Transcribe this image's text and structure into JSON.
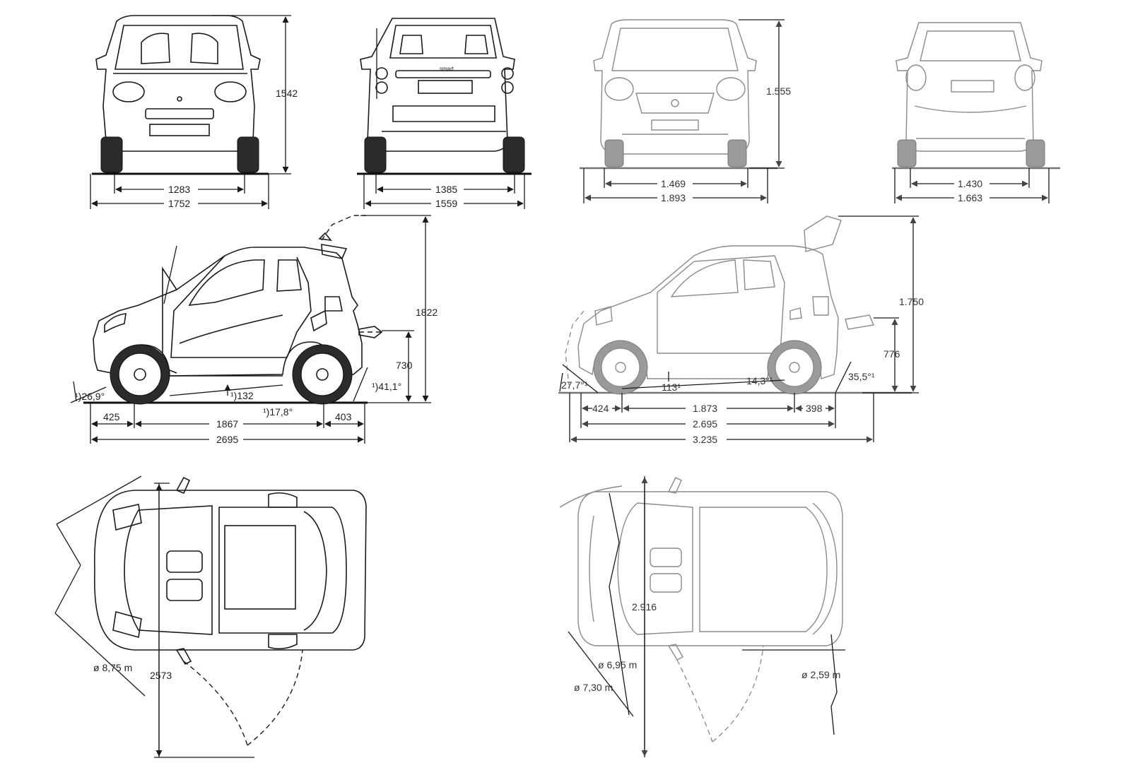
{
  "old_model": {
    "front_view": {
      "height": "1542",
      "track": "1283",
      "width": "1752"
    },
    "rear_view": {
      "track": "1385",
      "width": "1559",
      "badge": "smart"
    },
    "side_view": {
      "open_height": "1822",
      "step_height": "730",
      "clearance": "¹)132",
      "approach_angle": "¹)26,9°",
      "departure_angle": "¹)41,1°",
      "ramp_angle": "¹)17,8°",
      "front_overhang": "425",
      "wheelbase": "1867",
      "rear_overhang": "403",
      "length": "2695"
    },
    "top_view": {
      "turning_circle": "ø 8,75 m",
      "door_open_length": "2573"
    }
  },
  "new_model": {
    "front_view": {
      "height": "1.555",
      "track": "1.469",
      "width": "1.893"
    },
    "rear_view": {
      "track": "1.430",
      "width": "1.663"
    },
    "side_view": {
      "open_height": "1.750",
      "step_height": "776",
      "approach_angle": "27,7°¹",
      "clearance": "113¹",
      "ramp_angle": "14,3°¹",
      "departure_angle": "35,5°¹",
      "front_overhang": "424",
      "wheelbase": "1.873",
      "rear_overhang": "398",
      "length": "2.695",
      "open_length": "3.235"
    },
    "top_view": {
      "door_open_length": "2.916",
      "turning_circle_1": "ø 6,95 m",
      "turning_circle_2": "ø 7,30 m",
      "turning_circle_3": "ø 2,59 m"
    }
  }
}
